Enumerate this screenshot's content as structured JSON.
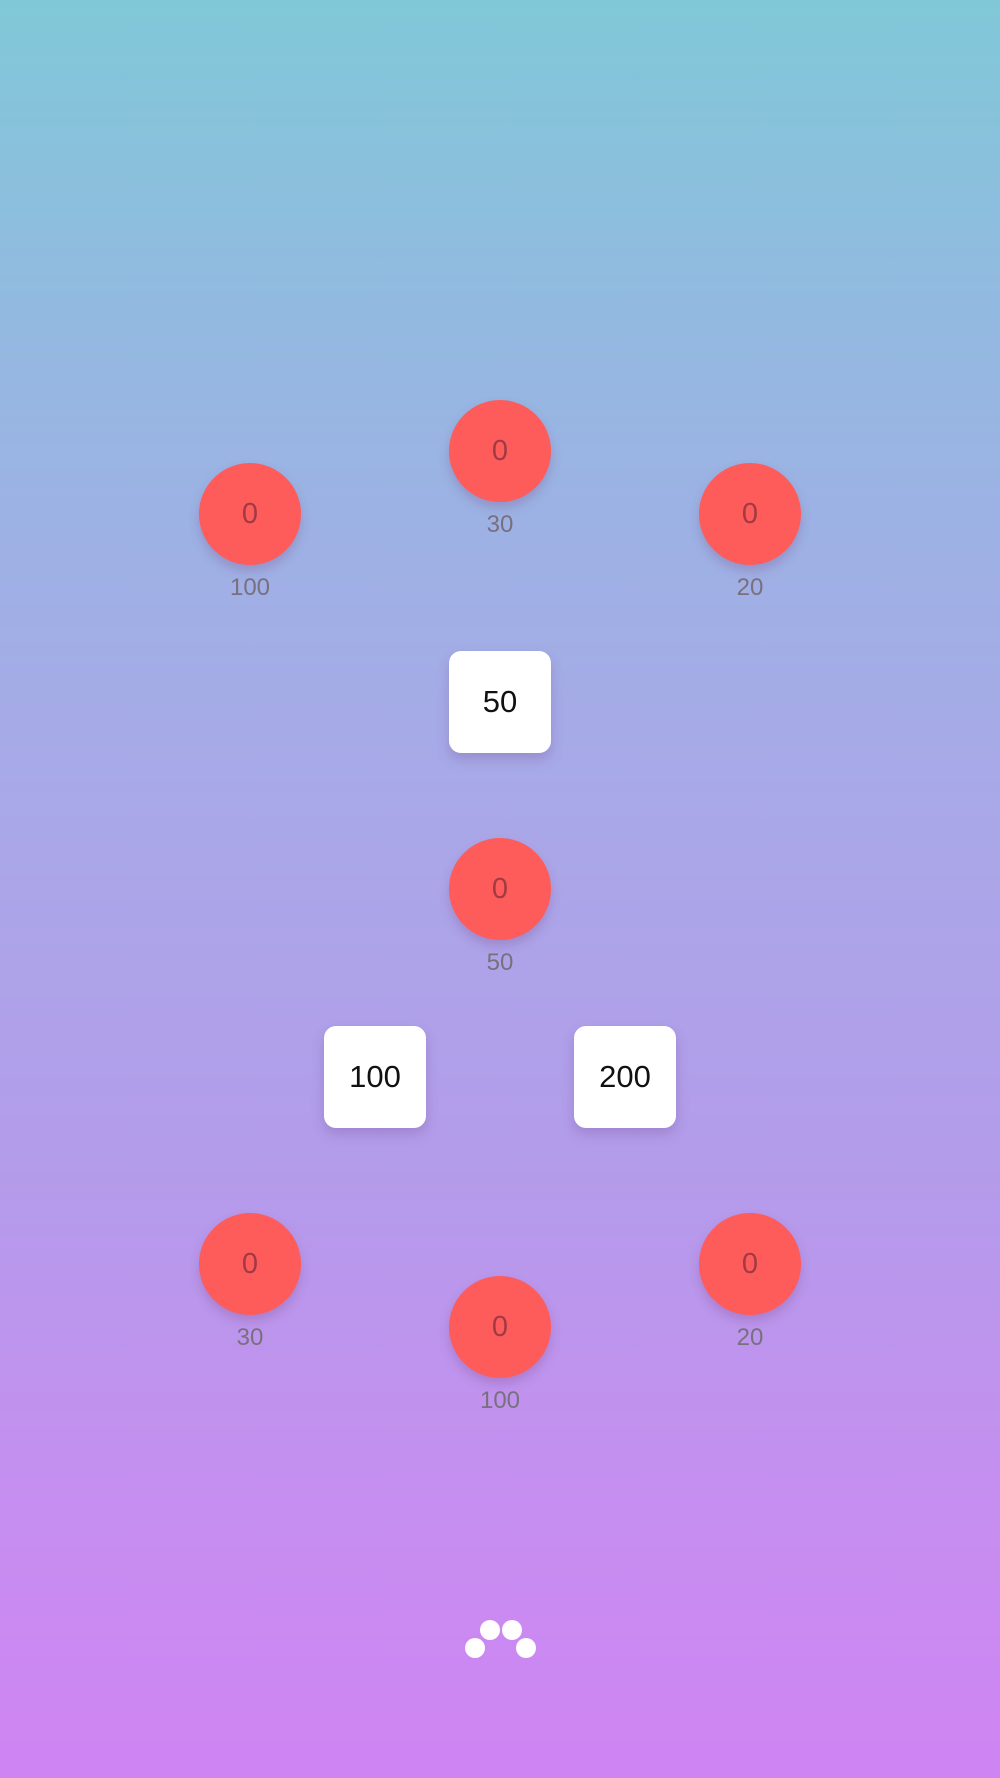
{
  "nodes": [
    {
      "id": "top-center",
      "value": "0",
      "target": "30"
    },
    {
      "id": "top-left",
      "value": "0",
      "target": "100"
    },
    {
      "id": "top-right",
      "value": "0",
      "target": "20"
    },
    {
      "id": "middle",
      "value": "0",
      "target": "50"
    },
    {
      "id": "bottom-left",
      "value": "0",
      "target": "30"
    },
    {
      "id": "bottom-right",
      "value": "0",
      "target": "20"
    },
    {
      "id": "bottom-center",
      "value": "0",
      "target": "100"
    }
  ],
  "tiles": [
    {
      "id": "top",
      "value": "50"
    },
    {
      "id": "left",
      "value": "100"
    },
    {
      "id": "right",
      "value": "200"
    }
  ],
  "colors": {
    "node": "#fe5b5b",
    "tile": "#ffffff",
    "menu_dots": "#ffffff"
  },
  "icons": {
    "menu": "dots-menu-icon"
  }
}
